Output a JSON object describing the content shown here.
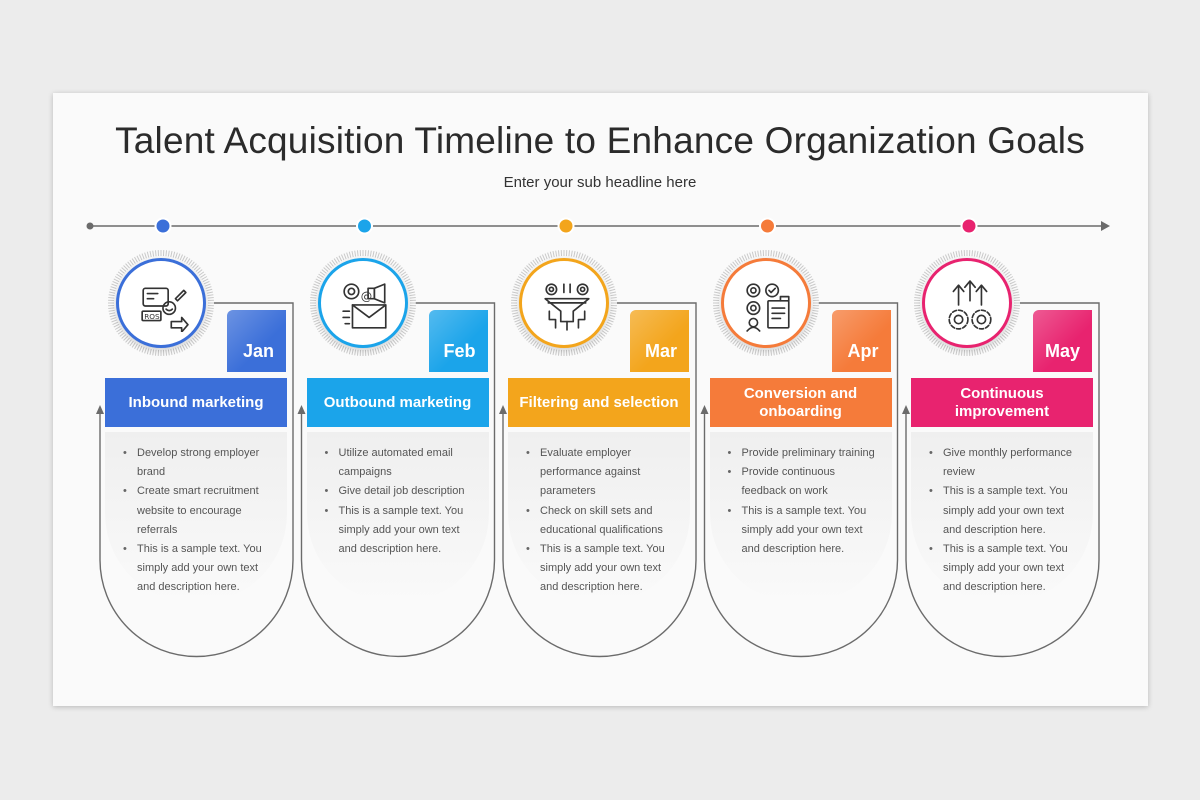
{
  "title": "Talent Acquisition Timeline to Enhance Organization Goals",
  "subtitle": "Enter your sub headline here",
  "colors": {
    "line": "#6b6b6b",
    "text": "#2b2b2b"
  },
  "stages": [
    {
      "month": "Jan",
      "heading": "Inbound marketing",
      "color": "#3b6fd9",
      "icon": "inbound-marketing-icon",
      "bullets": [
        "Develop strong employer brand",
        "Create smart recruitment website to encourage referrals",
        "This is a sample text. You simply add your own text and description here."
      ]
    },
    {
      "month": "Feb",
      "heading": "Outbound marketing",
      "color": "#1ba4ea",
      "icon": "email-megaphone-icon",
      "bullets": [
        "Utilize automated email campaigns",
        "Give detail job description",
        "This is a sample text. You simply add your own text and description here."
      ]
    },
    {
      "month": "Mar",
      "heading": "Filtering and selection",
      "color": "#f3a51c",
      "icon": "filter-funnel-icon",
      "bullets": [
        "Evaluate employer performance against parameters",
        "Check on skill sets and educational qualifications",
        "This is a sample text. You simply add your own text and description here."
      ]
    },
    {
      "month": "Apr",
      "heading": "Conversion and onboarding",
      "color": "#f57b3a",
      "icon": "onboarding-checklist-icon",
      "bullets": [
        "Provide preliminary training",
        "Provide continuous feedback on work",
        "This is a sample text. You simply add your own text and description here."
      ]
    },
    {
      "month": "May",
      "heading": "Continuous improvement",
      "color": "#e8236f",
      "icon": "gears-growth-icon",
      "bullets": [
        "Give monthly performance review",
        "This is a sample text. You simply add your own text and description here.",
        "This is a sample text. You simply add your own text and description here."
      ]
    }
  ]
}
